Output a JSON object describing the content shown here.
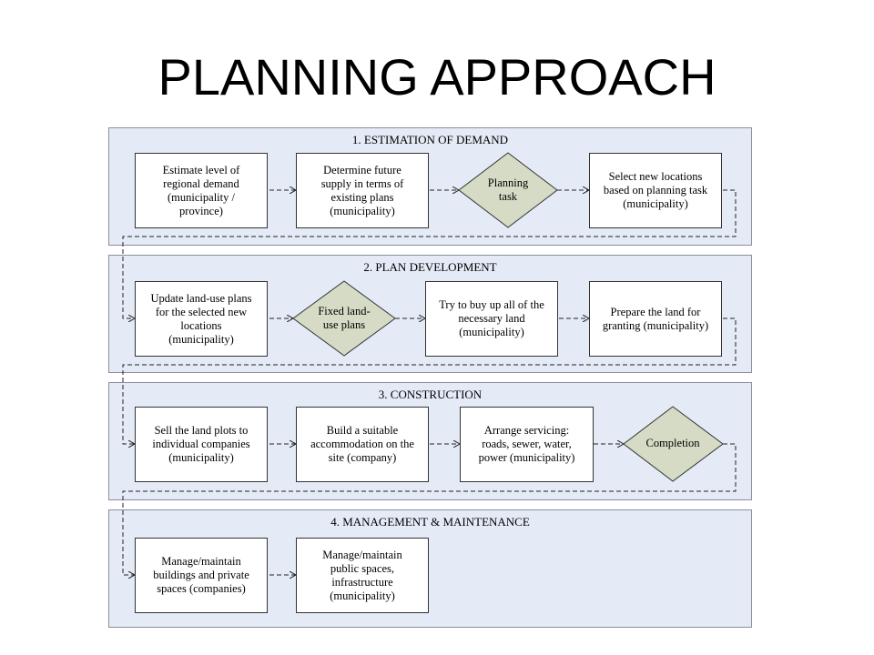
{
  "title": "PLANNING APPROACH",
  "stages": [
    {
      "title": "1. ESTIMATION OF DEMAND",
      "steps": [
        "Estimate level of\nregional demand\n(municipality /\nprovince)",
        "Determine future\nsupply in terms of\nexisting plans\n(municipality)",
        "Planning\ntask",
        "Select new locations\nbased on planning task\n(municipality)"
      ]
    },
    {
      "title": "2. PLAN DEVELOPMENT",
      "steps": [
        "Update land-use plans\nfor the selected new\nlocations\n(municipality)",
        "Fixed land-\nuse plans",
        "Try to buy up all of the\nnecessary land\n(municipality)",
        "Prepare the land for\ngranting (municipality)"
      ]
    },
    {
      "title": "3. CONSTRUCTION",
      "steps": [
        "Sell the land plots to\nindividual companies\n(municipality)",
        "Build a suitable\naccommodation on the\nsite (company)",
        "Arrange servicing:\nroads, sewer, water,\npower (municipality)",
        "Completion"
      ]
    },
    {
      "title": "4. MANAGEMENT & MAINTENANCE",
      "steps": [
        "Manage/maintain\nbuildings and private\nspaces (companies)",
        "Manage/maintain\npublic spaces,\ninfrastructure\n(municipality)"
      ]
    }
  ],
  "colors": {
    "stage_fill": "#e4ebf7",
    "diamond_fill": "#d5dbc4"
  }
}
